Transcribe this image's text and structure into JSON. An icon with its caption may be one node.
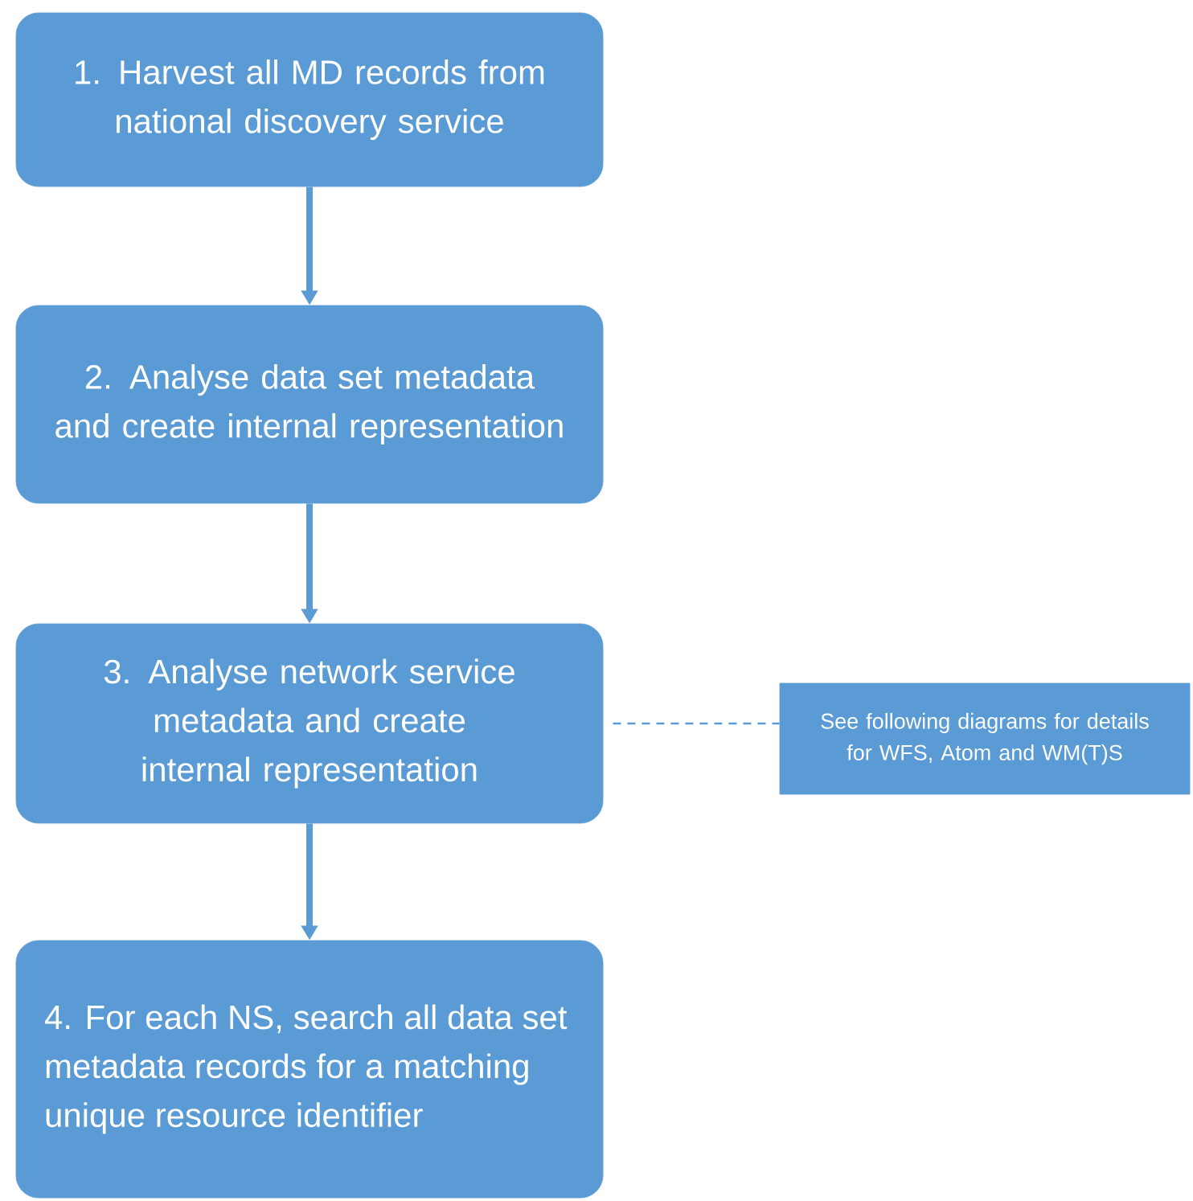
{
  "diagram": {
    "nodes": [
      {
        "text": [
          "1. Harvest all MD records from national discovery service"
        ]
      },
      {
        "text": [
          "2. Analyse data set metadata and create internal representation"
        ]
      },
      {
        "text": [
          "3. Analyse network service metadata and create internal representation"
        ]
      },
      {
        "text": [
          "4. For each NS, search all data set metadata records for a matching  unique resource identifier"
        ]
      },
      {
        "text": [
          "See following diagrams for details for WFS, Atom and WM(T)S"
        ]
      }
    ],
    "edges": [
      {
        "from": 0,
        "to": 1,
        "arrow": "to"
      },
      {
        "from": 1,
        "to": 2,
        "arrow": "to"
      },
      {
        "from": 2,
        "to": 3,
        "arrow": "to"
      },
      {
        "from": 2,
        "to": 4,
        "arrow": "none",
        "style": "dashed"
      }
    ]
  }
}
